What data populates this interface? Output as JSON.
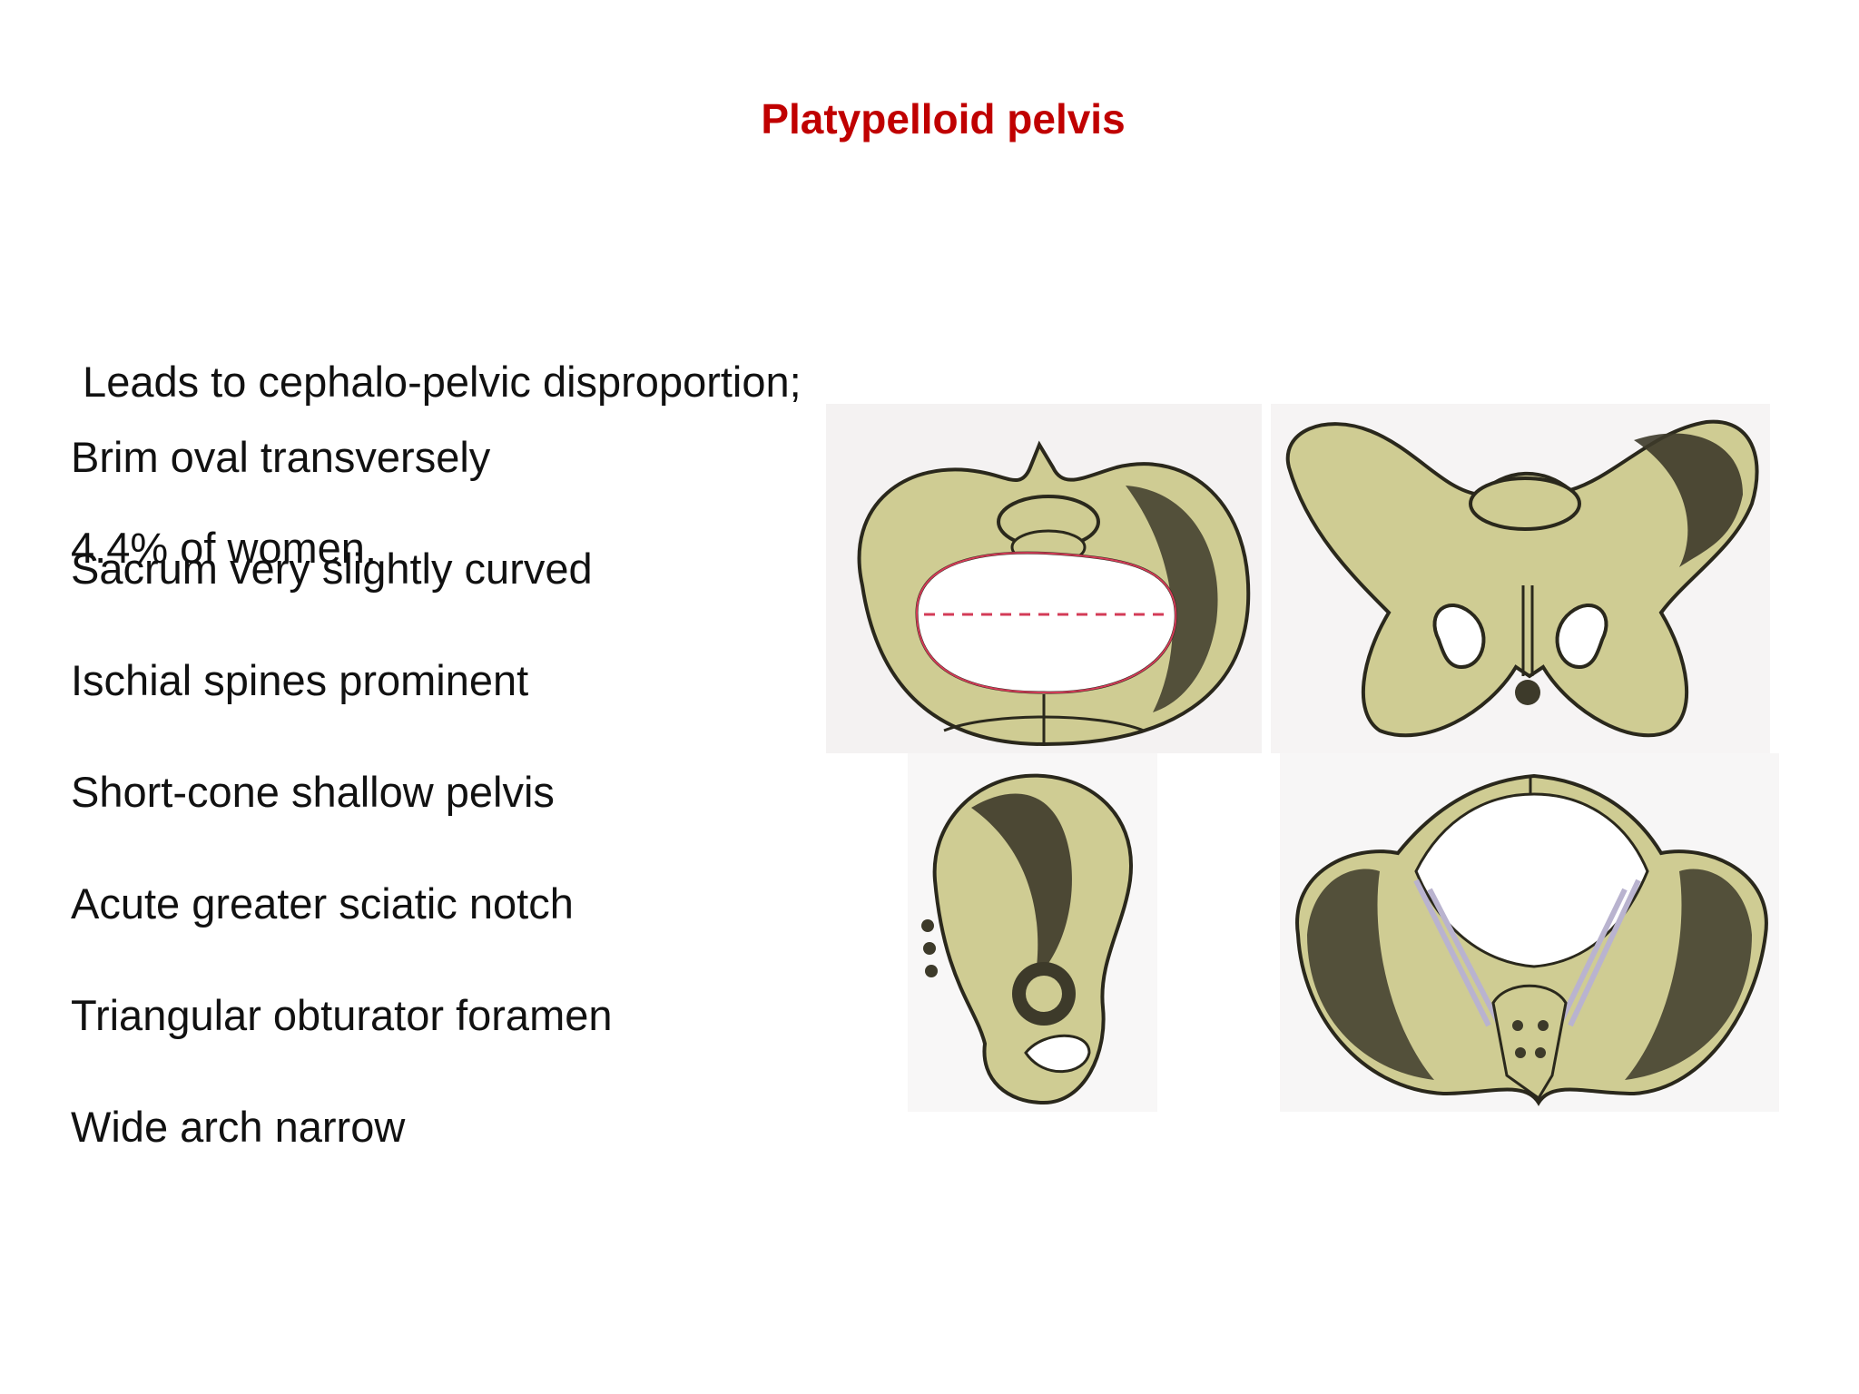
{
  "slide": {
    "title": "Platypelloid pelvis",
    "intro_lines": [
      " Leads to cephalo-pelvic disproportion;",
      "4.4% of women."
    ],
    "bullets": [
      "Brim oval transversely",
      "Sacrum very slightly curved",
      "Ischial spines prominent",
      "Short-cone shallow pelvis",
      "Acute greater sciatic notch",
      "Triangular obturator foramen",
      "Wide arch narrow"
    ]
  },
  "colors": {
    "title": "#c00000",
    "text": "#111111",
    "bone": "#cfcc93",
    "bone_shadow": "#3d3a2a",
    "outline": "#2a281c",
    "brim_line": "#d33b57"
  },
  "figure": {
    "icons": [
      "pelvis-superior-view-icon",
      "pelvis-anterior-view-icon",
      "hip-bone-lateral-view-icon",
      "pelvis-inferior-view-icon"
    ]
  }
}
